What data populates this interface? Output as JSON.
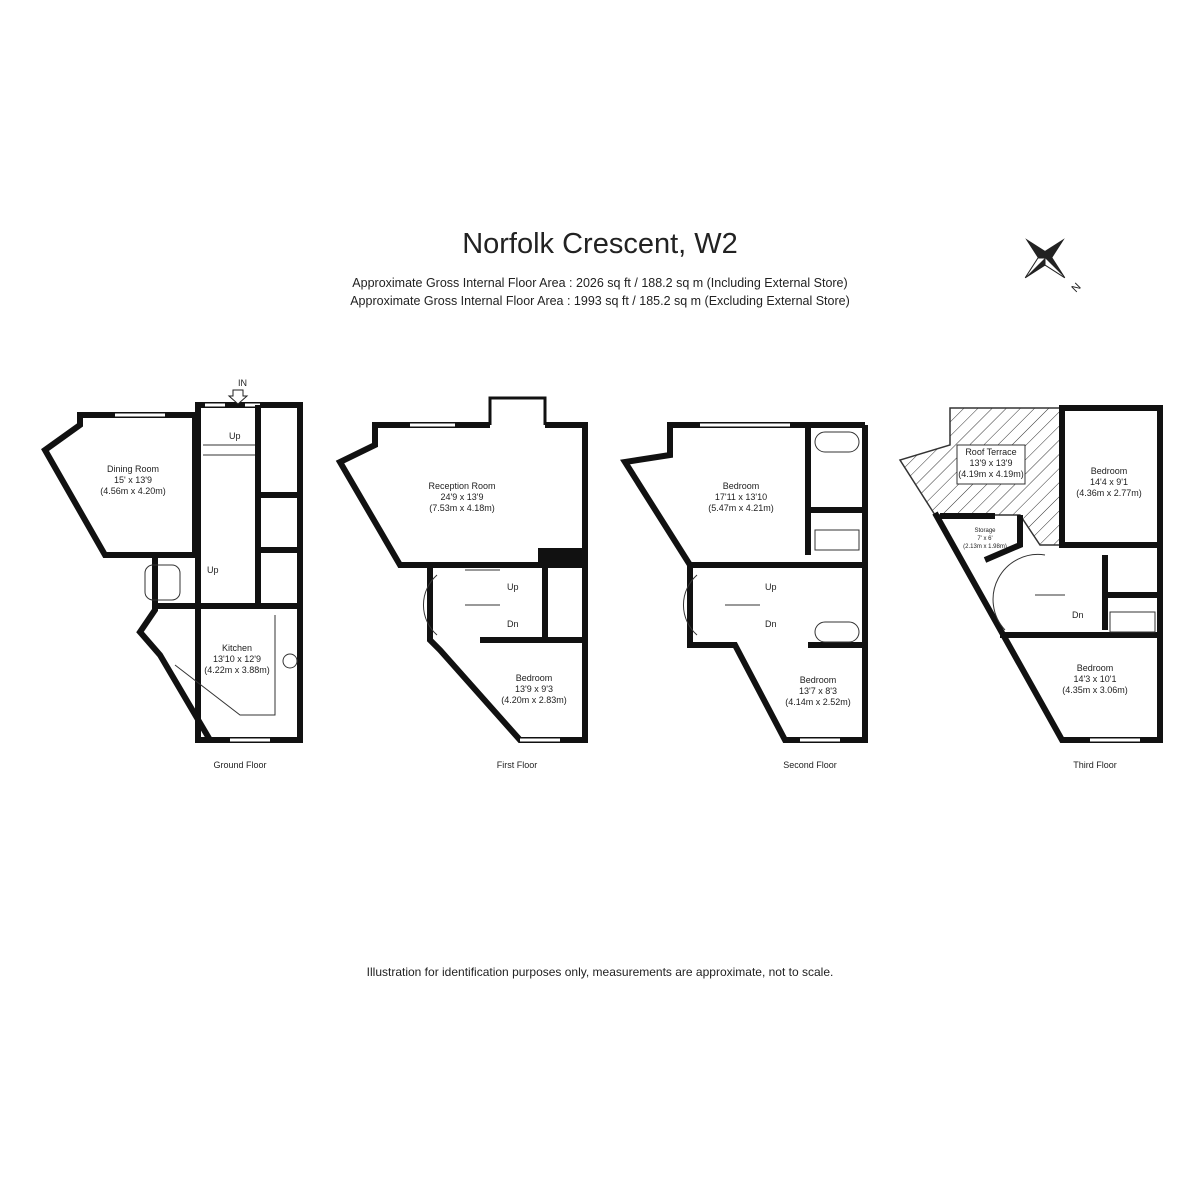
{
  "header": {
    "title": "Norfolk Crescent, W2",
    "area_including": "Approximate Gross Internal Floor Area : 2026 sq ft / 188.2 sq m (Including External Store)",
    "area_excluding": "Approximate Gross Internal Floor Area : 1993 sq ft / 185.2 sq m (Excluding External Store)"
  },
  "compass": {
    "label": "N",
    "icon": "compass-rose-icon"
  },
  "floors": {
    "ground": {
      "label": "Ground Floor",
      "entrance": "IN",
      "up1": "Up",
      "up2": "Up",
      "rooms": [
        {
          "name": "Dining Room",
          "imperial": "15' x 13'9",
          "metric": "(4.56m x 4.20m)"
        },
        {
          "name": "Kitchen",
          "imperial": "13'10 x 12'9",
          "metric": "(4.22m x 3.88m)"
        }
      ]
    },
    "first": {
      "label": "First Floor",
      "up": "Up",
      "dn": "Dn",
      "rooms": [
        {
          "name": "Reception Room",
          "imperial": "24'9 x 13'9",
          "metric": "(7.53m x 4.18m)"
        },
        {
          "name": "Bedroom",
          "imperial": "13'9 x 9'3",
          "metric": "(4.20m x 2.83m)"
        }
      ]
    },
    "second": {
      "label": "Second Floor",
      "up": "Up",
      "dn": "Dn",
      "rooms": [
        {
          "name": "Bedroom",
          "imperial": "17'11 x 13'10",
          "metric": "(5.47m x 4.21m)"
        },
        {
          "name": "Bedroom",
          "imperial": "13'7 x 8'3",
          "metric": "(4.14m x 2.52m)"
        }
      ]
    },
    "third": {
      "label": "Third Floor",
      "dn": "Dn",
      "rooms": [
        {
          "name": "Roof Terrace",
          "imperial": "13'9 x 13'9",
          "metric": "(4.19m x 4.19m)"
        },
        {
          "name": "Storage",
          "imperial": "7' x 6'",
          "metric": "(2.13m x 1.98m)"
        },
        {
          "name": "Bedroom",
          "imperial": "14'4 x 9'1",
          "metric": "(4.36m x 2.77m)"
        },
        {
          "name": "Bedroom",
          "imperial": "14'3 x 10'1",
          "metric": "(4.35m x 3.06m)"
        }
      ]
    }
  },
  "footer": {
    "disclaimer": "Illustration for identification purposes only, measurements are approximate, not to scale."
  }
}
